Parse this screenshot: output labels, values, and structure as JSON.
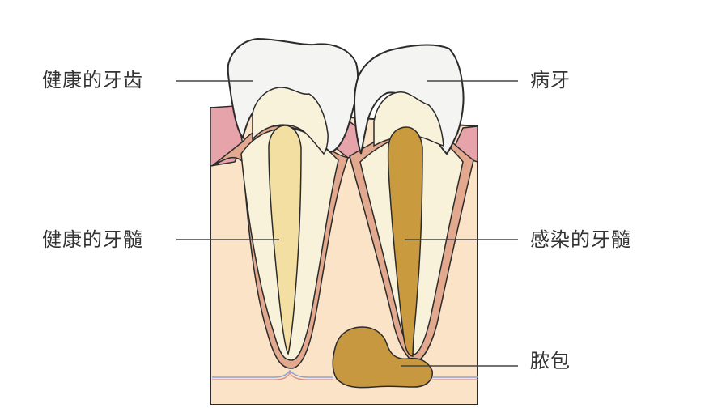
{
  "labels": {
    "healthy_tooth": "健康的牙齿",
    "healthy_pulp": "健康的牙髓",
    "diseased_tooth": "病牙",
    "infected_pulp": "感染的牙髓",
    "abscess": "脓包"
  },
  "colors": {
    "outline": "#2b2b2b",
    "bone": "#fbe3c8",
    "gum": "#ecbfb0",
    "gum_top": "#e7a3aa",
    "periodontal": "#e2a98f",
    "enamel": "#f4f4f2",
    "dentin": "#f8f2da",
    "healthy_pulp": "#f3dfa1",
    "infected_pulp": "#c99a3e",
    "abscess": "#c7983f",
    "leader": "#444444"
  }
}
